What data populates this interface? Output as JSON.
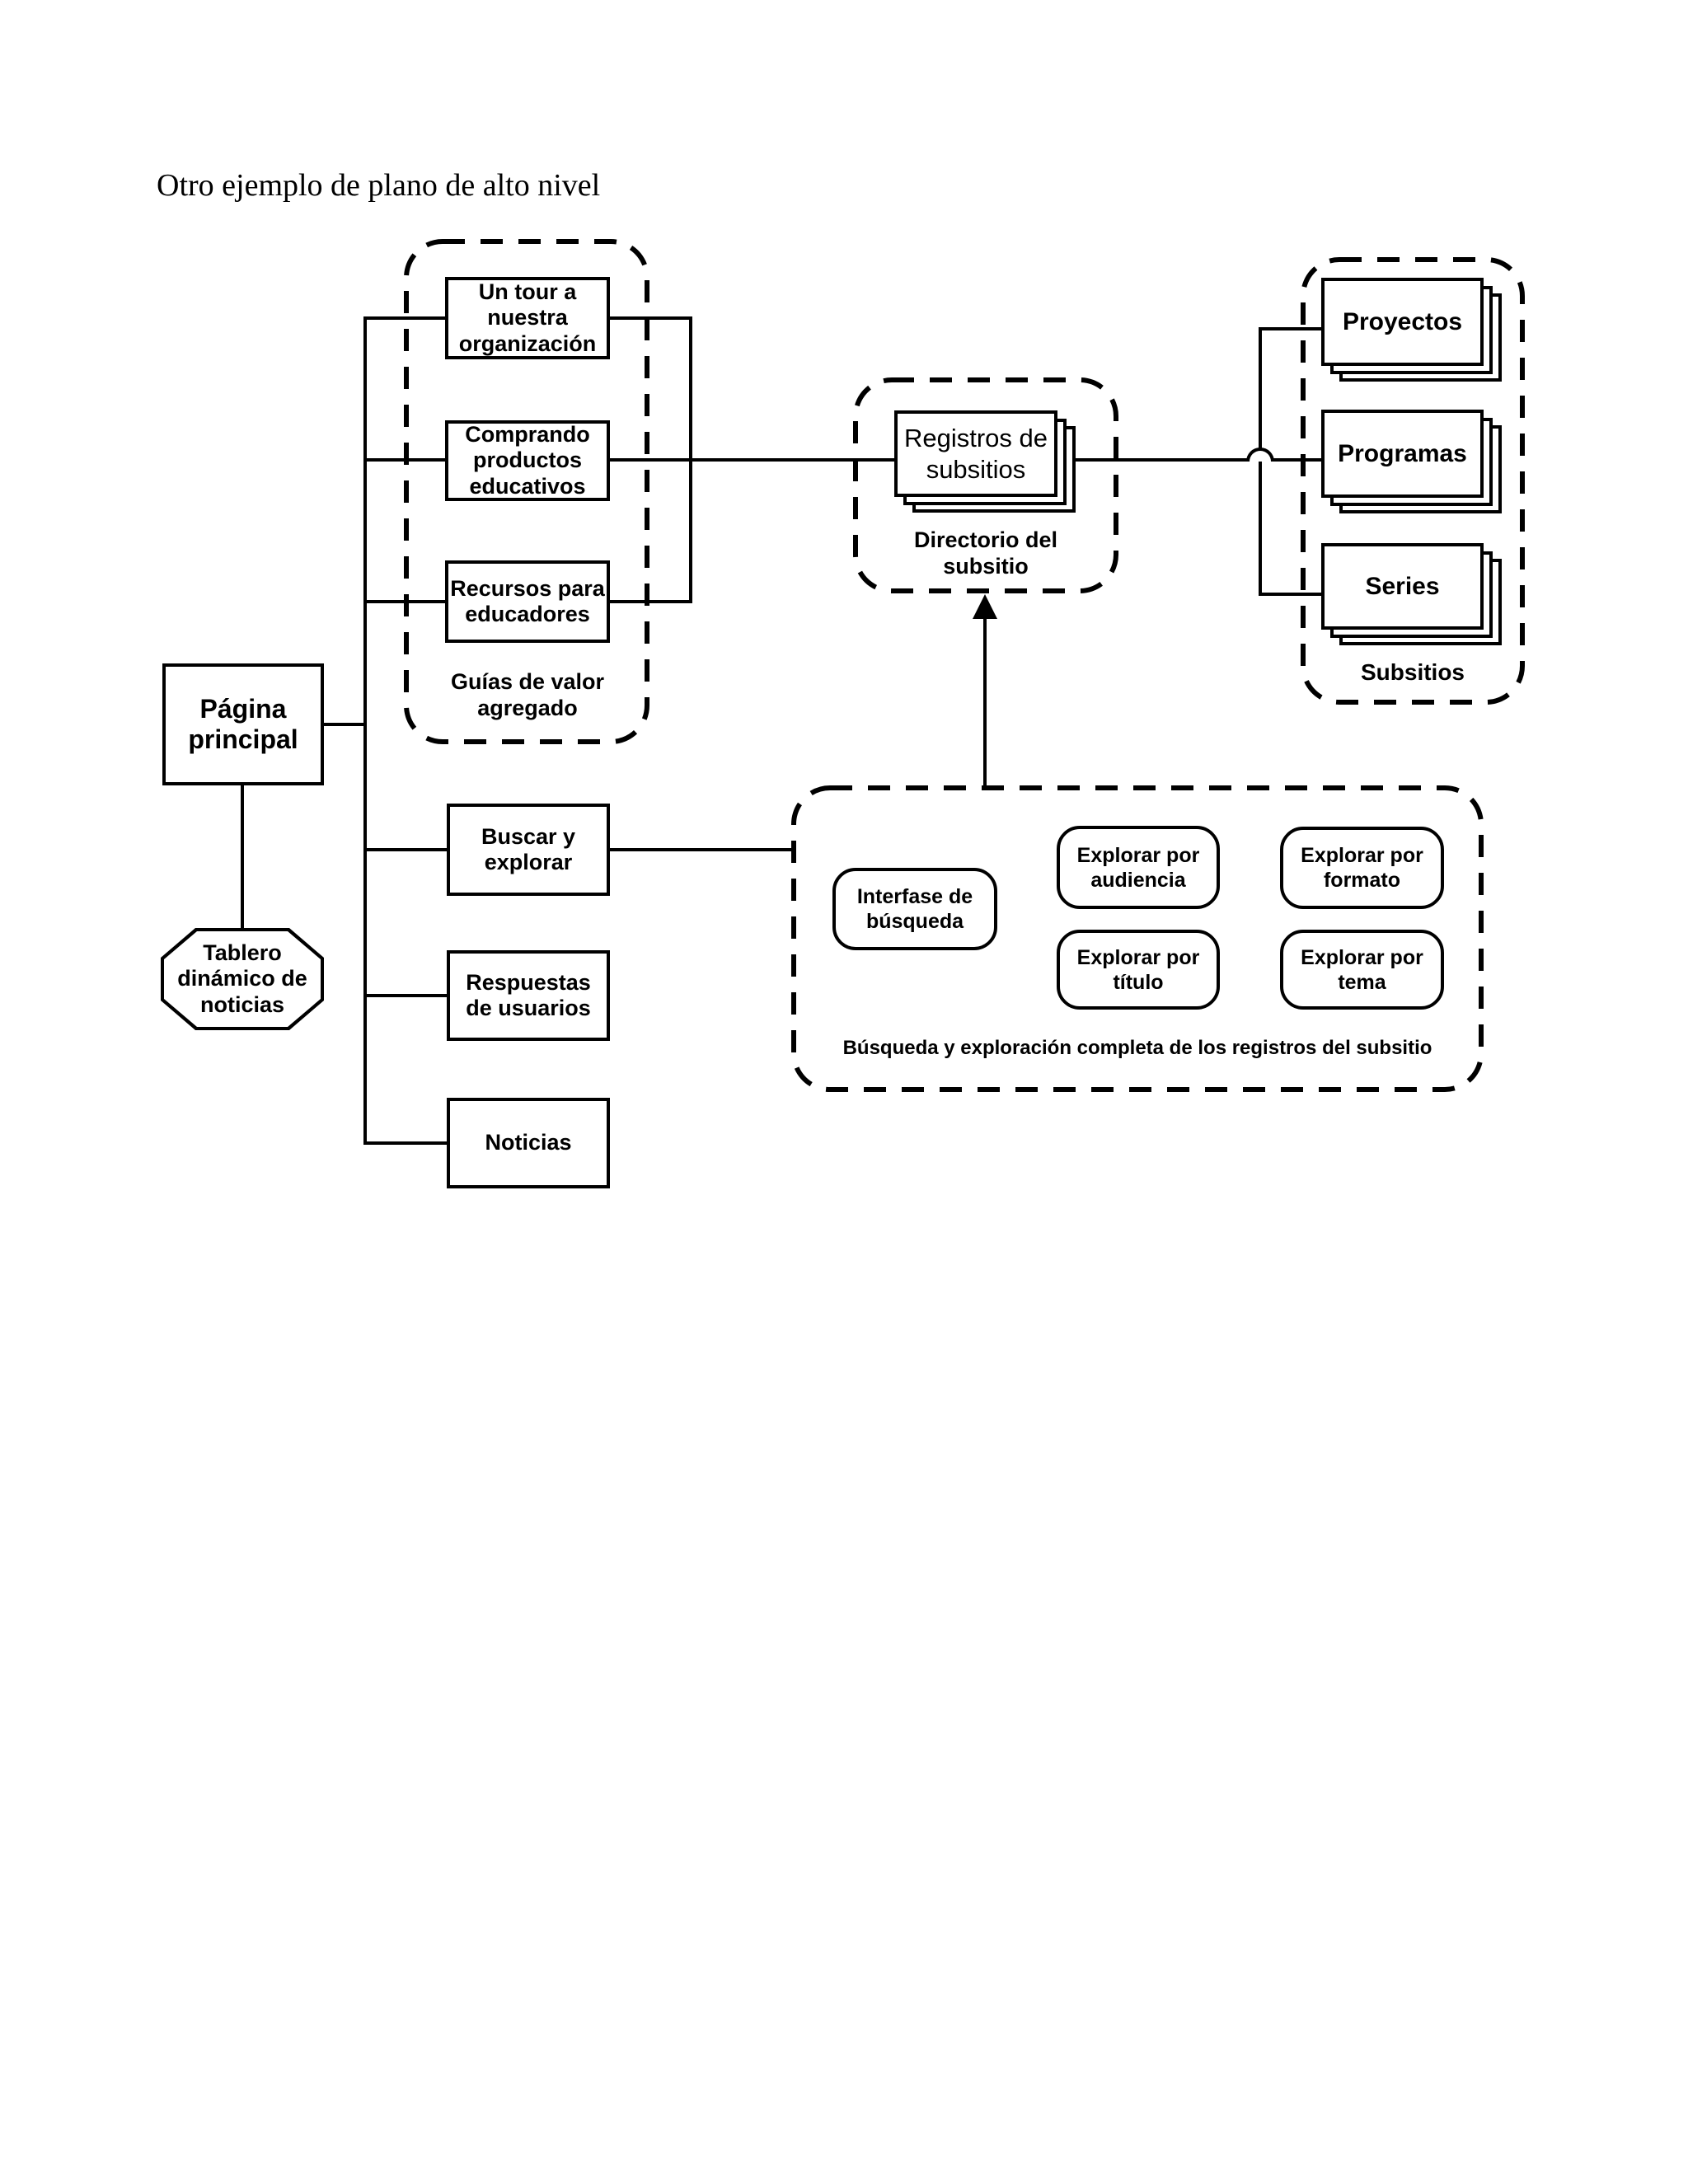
{
  "page": {
    "title": "Otro ejemplo de plano de alto nivel"
  },
  "colors": {
    "ink": "#000000",
    "paper": "#ffffff"
  },
  "nodes": {
    "pagina_principal": "Página principal",
    "tablero_dinamico": "Tablero dinámico de noticias",
    "un_tour": "Un tour a nuestra organización",
    "comprando": "Comprando productos educativos",
    "recursos": "Recursos para educadores",
    "buscar": "Buscar y explorar",
    "respuestas": "Respuestas de usuarios",
    "noticias": "Noticias",
    "registros_subsitios": "Registros de subsitios",
    "proyectos": "Proyectos",
    "programas": "Programas",
    "series": "Series",
    "interfase_busqueda": "Interfase de búsqueda",
    "explorar_audiencia": "Explorar por audiencia",
    "explorar_formato": "Explorar por formato",
    "explorar_titulo": "Explorar por título",
    "explorar_tema": "Explorar por tema"
  },
  "captions": {
    "guias": "Guías de valor agregado",
    "directorio": "Directorio del subsitio",
    "subsitios": "Subsitios",
    "busqueda_completa": "Búsqueda y exploración completa de los registros del subsitio"
  }
}
